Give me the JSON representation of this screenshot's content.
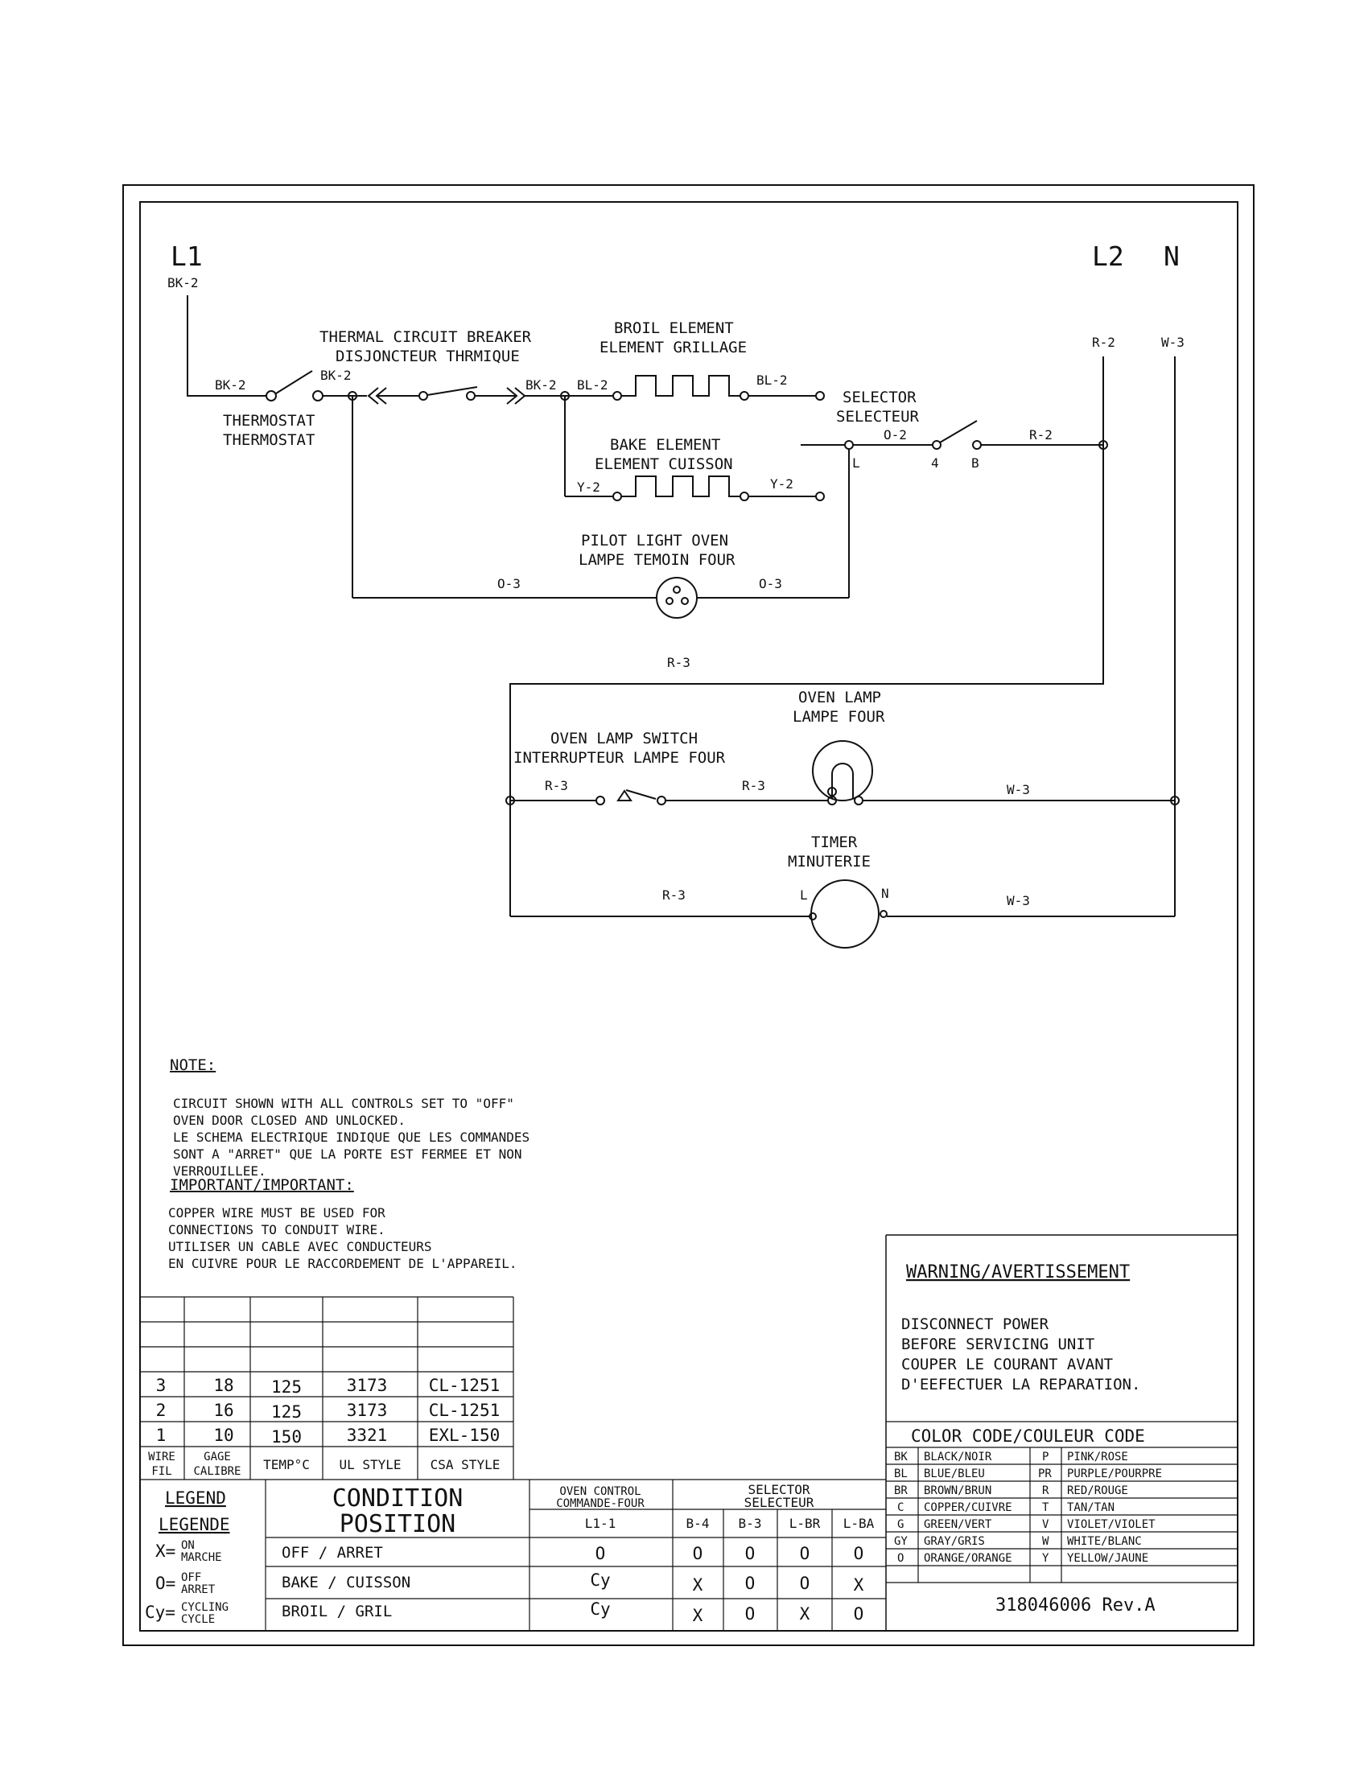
{
  "labels": {
    "l1": "L1",
    "l1_wire": "BK-2",
    "l2": "L2",
    "n": "N",
    "bk2_a": "BK-2",
    "bk2_b": "BK-2",
    "bk2_c": "BK-2",
    "thermostat_en": "THERMOSTAT",
    "thermostat_fr": "THERMOSTAT",
    "tcb_en": "THERMAL CIRCUIT BREAKER",
    "tcb_fr": "DISJONCTEUR THRMIQUE",
    "broil_en": "BROIL ELEMENT",
    "broil_fr": "ELEMENT GRILLAGE",
    "bl2_a": "BL-2",
    "bl2_b": "BL-2",
    "bake_en": "BAKE ELEMENT",
    "bake_fr": "ELEMENT CUISSON",
    "y2_a": "Y-2",
    "y2_b": "Y-2",
    "selector_en": "SELECTOR",
    "selector_fr": "SELECTEUR",
    "o2": "O-2",
    "sel_l": "L",
    "sel_4": "4",
    "sel_b": "B",
    "r2_a": "R-2",
    "r2_b": "R-2",
    "w3_top": "W-3",
    "pilot_en": "PILOT LIGHT OVEN",
    "pilot_fr": "LAMPE TEMOIN FOUR",
    "o3_a": "O-3",
    "o3_b": "O-3",
    "r3_top": "R-3",
    "oven_lamp_en": "OVEN LAMP",
    "oven_lamp_fr": "LAMPE FOUR",
    "lamp_switch_en": "OVEN LAMP SWITCH",
    "lamp_switch_fr": "INTERRUPTEUR LAMPE FOUR",
    "r3_a": "R-3",
    "r3_b": "R-3",
    "w3_a": "W-3",
    "timer_en": "TIMER",
    "timer_fr": "MINUTERIE",
    "timer_l": "L",
    "timer_n": "N",
    "r3_c": "R-3",
    "w3_b": "W-3"
  },
  "note": {
    "title": "NOTE:",
    "lines": [
      "CIRCUIT SHOWN WITH ALL CONTROLS SET TO \"OFF\"",
      "OVEN DOOR CLOSED AND UNLOCKED.",
      "LE SCHEMA ELECTRIQUE INDIQUE QUE LES COMMANDES",
      "SONT A \"ARRET\" QUE LA PORTE EST FERMEE ET NON",
      "VERROUILLEE."
    ]
  },
  "important": {
    "title": "IMPORTANT/IMPORTANT:",
    "lines": [
      "COPPER WIRE MUST BE USED FOR",
      "CONNECTIONS TO CONDUIT WIRE.",
      "UTILISER UN CABLE AVEC CONDUCTEURS",
      "EN CUIVRE POUR LE RACCORDEMENT DE L'APPAREIL."
    ]
  },
  "warning": {
    "title": "WARNING/AVERTISSEMENT",
    "lines": [
      "DISCONNECT POWER",
      "BEFORE SERVICING UNIT",
      "COUPER LE COURANT AVANT",
      "D'EEFECTUER LA REPARATION."
    ]
  },
  "wire_table": {
    "rows": [
      [
        "3",
        "18",
        "125",
        "3173",
        "CL-1251"
      ],
      [
        "2",
        "16",
        "125",
        "3173",
        "CL-1251"
      ],
      [
        "1",
        "10",
        "150",
        "3321",
        "EXL-150"
      ]
    ],
    "header": {
      "wire": "WIRE",
      "fil": "FIL",
      "gage": "GAGE",
      "calibre": "CALIBRE",
      "temp": "TEMP°C",
      "ul": "UL STYLE",
      "csa": "CSA STYLE"
    }
  },
  "legend": {
    "title_en": "LEGEND",
    "title_fr": "LEGENDE",
    "x_sym": "X=",
    "x_1": "ON",
    "x_2": "MARCHE",
    "o_sym": "O=",
    "o_1": "OFF",
    "o_2": "ARRET",
    "cy_sym": "Cy=",
    "cy_1": "CYCLING",
    "cy_2": "CYCLE"
  },
  "condition": {
    "title_1": "CONDITION",
    "title_2": "POSITION",
    "oven_control_1": "OVEN CONTROL",
    "oven_control_2": "COMMANDE-FOUR",
    "selector_1": "SELECTOR",
    "selector_2": "SELECTEUR",
    "columns": [
      "L1-1",
      "B-4",
      "B-3",
      "L-BR",
      "L-BA"
    ],
    "rows": [
      {
        "label": "OFF / ARRET",
        "values": [
          "O",
          "O",
          "O",
          "O",
          "O"
        ]
      },
      {
        "label": "BAKE / CUISSON",
        "values": [
          "Cy",
          "X",
          "O",
          "O",
          "X"
        ]
      },
      {
        "label": "BROIL / GRIL",
        "values": [
          "Cy",
          "X",
          "O",
          "X",
          "O"
        ]
      }
    ]
  },
  "color_code": {
    "title": "COLOR CODE/COULEUR CODE",
    "left": [
      [
        "BK",
        "BLACK/NOIR"
      ],
      [
        "BL",
        "BLUE/BLEU"
      ],
      [
        "BR",
        "BROWN/BRUN"
      ],
      [
        "C",
        "COPPER/CUIVRE"
      ],
      [
        "G",
        "GREEN/VERT"
      ],
      [
        "GY",
        "GRAY/GRIS"
      ],
      [
        "O",
        "ORANGE/ORANGE"
      ]
    ],
    "right": [
      [
        "P",
        "PINK/ROSE"
      ],
      [
        "PR",
        "PURPLE/POURPRE"
      ],
      [
        "R",
        "RED/ROUGE"
      ],
      [
        "T",
        "TAN/TAN"
      ],
      [
        "V",
        "VIOLET/VIOLET"
      ],
      [
        "W",
        "WHITE/BLANC"
      ],
      [
        "Y",
        "YELLOW/JAUNE"
      ]
    ]
  },
  "part_number": "318046006 Rev.A"
}
